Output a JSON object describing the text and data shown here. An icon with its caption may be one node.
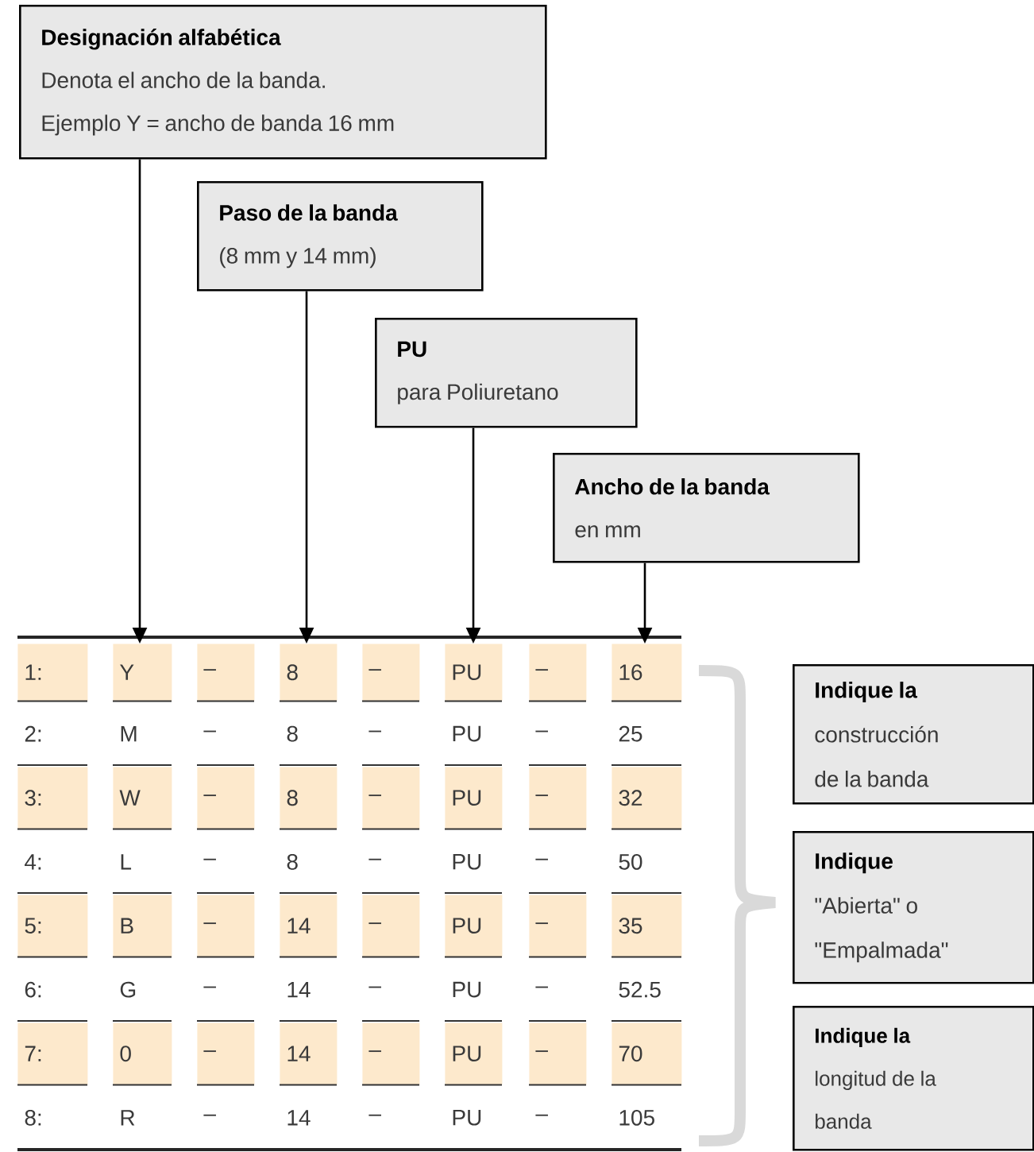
{
  "diagram": {
    "nodes": [
      {
        "text": [
          "Designación alfabética",
          "Denota el ancho de la banda.",
          "Ejemplo Y = ancho de banda 16 mm"
        ]
      },
      {
        "text": [
          "Paso de la banda",
          "(8 mm y 14 mm)"
        ]
      },
      {
        "text": [
          "PU",
          "para Poliuretano"
        ]
      },
      {
        "text": [
          "Ancho de la banda",
          "en mm"
        ]
      },
      {
        "text": [
          "Indique la",
          "construcción de la banda"
        ]
      },
      {
        "text": [
          "Indique",
          "\"Abierta\" o \"Empalmada\""
        ]
      },
      {
        "text": [
          "Indique la",
          "longitud de la banda"
        ]
      },
      {
        "text": [
          "Y"
        ]
      },
      {
        "text": [
          "8"
        ]
      },
      {
        "text": [
          "PU"
        ]
      },
      {
        "text": [
          "16"
        ]
      }
    ],
    "edges": [
      {
        "from": 0,
        "to": 7,
        "arrow": "to"
      },
      {
        "from": 1,
        "to": 8,
        "arrow": "to"
      },
      {
        "from": 2,
        "to": 9,
        "arrow": "to"
      },
      {
        "from": 3,
        "to": 10,
        "arrow": "to"
      }
    ],
    "labels": [
      "1:",
      "–",
      "–",
      "–",
      "2:",
      "M",
      "–",
      "8",
      "–",
      "PU",
      "–",
      "25",
      "3:",
      "W",
      "–",
      "8",
      "–",
      "PU",
      "–",
      "32",
      "4:",
      "L",
      "–",
      "8",
      "–",
      "PU",
      "–",
      "50",
      "5:",
      "B",
      "–",
      "14",
      "–",
      "PU",
      "–",
      "35",
      "6:",
      "G",
      "–",
      "14",
      "–",
      "PU",
      "–",
      "52.5",
      "7:",
      "0",
      "–",
      "14",
      "–",
      "PU",
      "–",
      "70",
      "8:",
      "R",
      "–",
      "14",
      "–",
      "PU",
      "–",
      "105"
    ]
  }
}
